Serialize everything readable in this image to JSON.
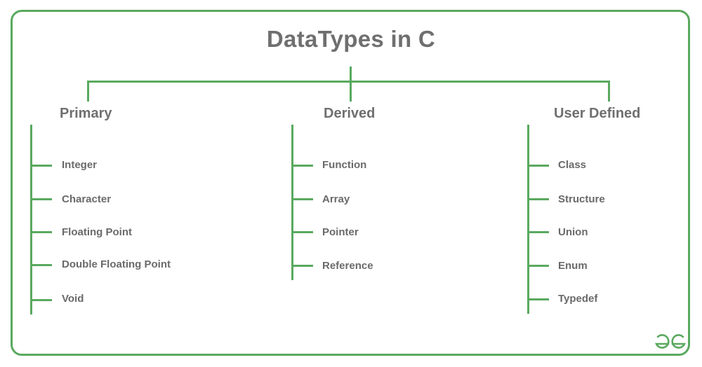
{
  "title": "DataTypes in C",
  "categories": [
    {
      "label": "Primary",
      "items": [
        "Integer",
        "Character",
        "Floating Point",
        "Double Floating Point",
        "Void"
      ]
    },
    {
      "label": "Derived",
      "items": [
        "Function",
        "Array",
        "Pointer",
        "Reference"
      ]
    },
    {
      "label": "User Defined",
      "items": [
        "Class",
        "Structure",
        "Union",
        "Enum",
        "Typedef"
      ]
    }
  ],
  "colors": {
    "accent": "#5aa95f",
    "text": "#6f6f6f",
    "background": "#ffffff"
  },
  "logo_icon": "geeksforgeeks-logo-icon"
}
